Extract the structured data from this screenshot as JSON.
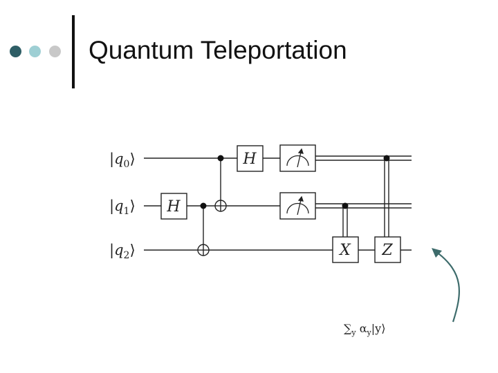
{
  "slide": {
    "title": "Quantum Teleportation"
  },
  "nav_dots": [
    {
      "name": "dark-teal",
      "color": "#2e5e66"
    },
    {
      "name": "light-teal",
      "color": "#9ecfd4"
    },
    {
      "name": "gray",
      "color": "#c8c8c8"
    }
  ],
  "circuit": {
    "qubits": [
      {
        "sym": "q",
        "sub": "0"
      },
      {
        "sym": "q",
        "sub": "1"
      },
      {
        "sym": "q",
        "sub": "2"
      }
    ],
    "gates": {
      "h_first": "H",
      "h_second": "H",
      "x": "X",
      "z": "Z"
    }
  },
  "annotation": {
    "sum_symbol": "∑",
    "sum_index": "y",
    "alpha": "α",
    "alpha_index": "y",
    "ket_value": "|y⟩"
  },
  "colors": {
    "arrow": "#3d6b6b",
    "wire": "#222222"
  }
}
